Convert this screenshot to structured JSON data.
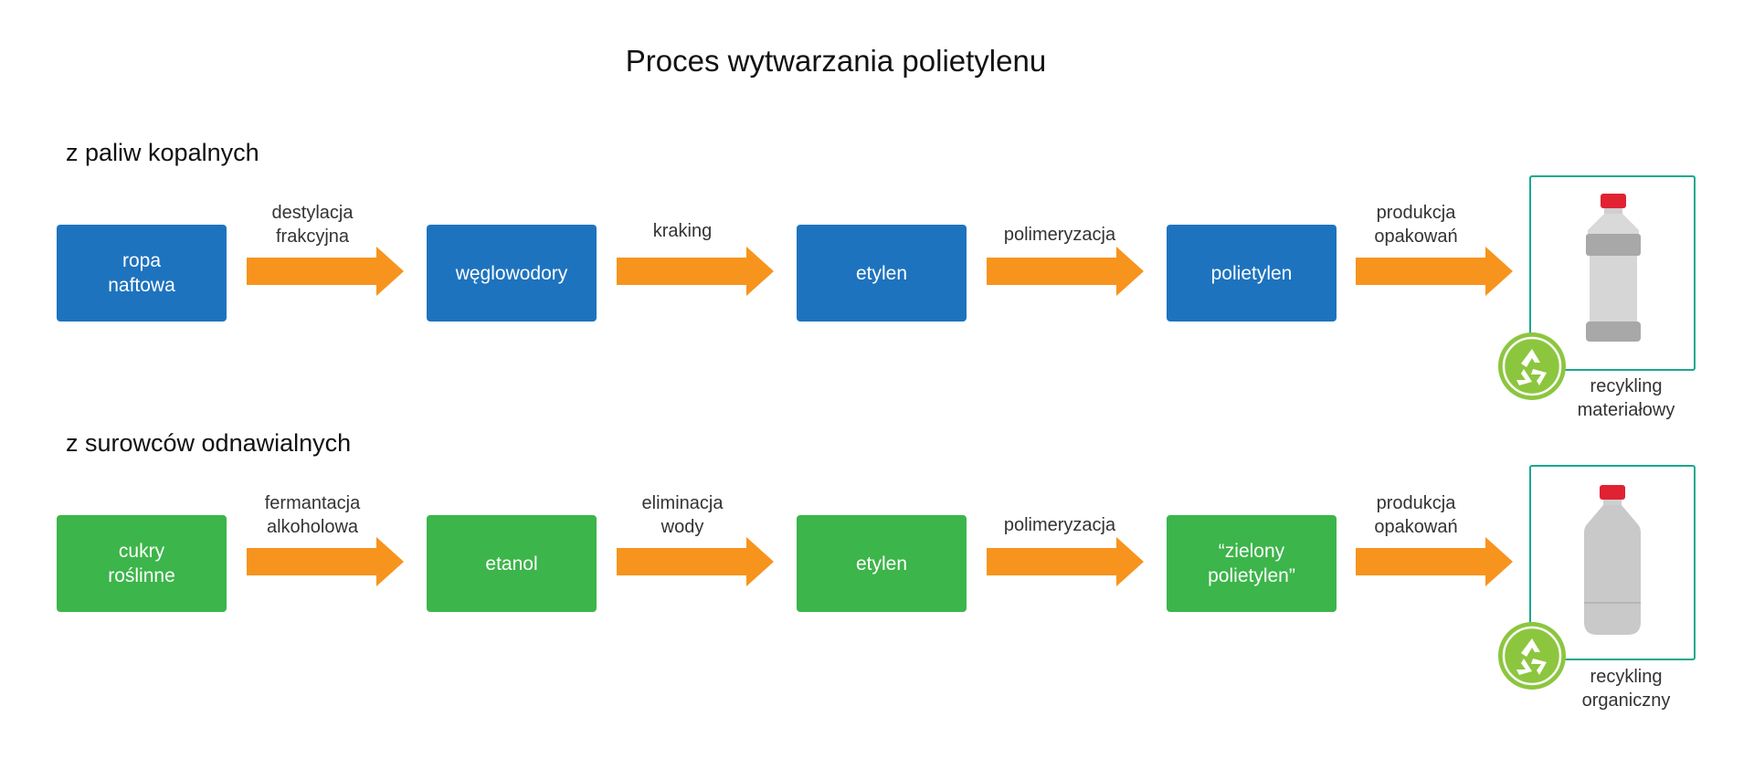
{
  "title": "Proces wytwarzania polietylenu",
  "rows": [
    {
      "heading": "z paliw kopalnych",
      "boxes": [
        "ropa\nnaftowa",
        "węglowodory",
        "etylen",
        "polietylen"
      ],
      "steps": [
        "destylacja\nfrakcyjna",
        "kraking",
        "polimeryzacja",
        "produkcja\nopakowań"
      ],
      "product_icon": "plastic-bottle-icon",
      "recycling": "recykling\nmateriałowy"
    },
    {
      "heading": "z surowców odnawialnych",
      "boxes": [
        "cukry\nroślinne",
        "etanol",
        "etylen",
        "“zielony\npolietylen”"
      ],
      "steps": [
        "fermantacja\nalkoholowa",
        "eliminacja\nwody",
        "polimeryzacja",
        "produkcja\nopakowań"
      ],
      "product_icon": "bioplastic-bottle-icon",
      "recycling": "recykling\norganiczny"
    }
  ],
  "colors": {
    "fossil_box": "#1e73be",
    "renewable_box": "#3cb54a",
    "arrow": "#f7941d",
    "frame": "#1aa88e",
    "recycle_badge": "#8cc63f"
  }
}
